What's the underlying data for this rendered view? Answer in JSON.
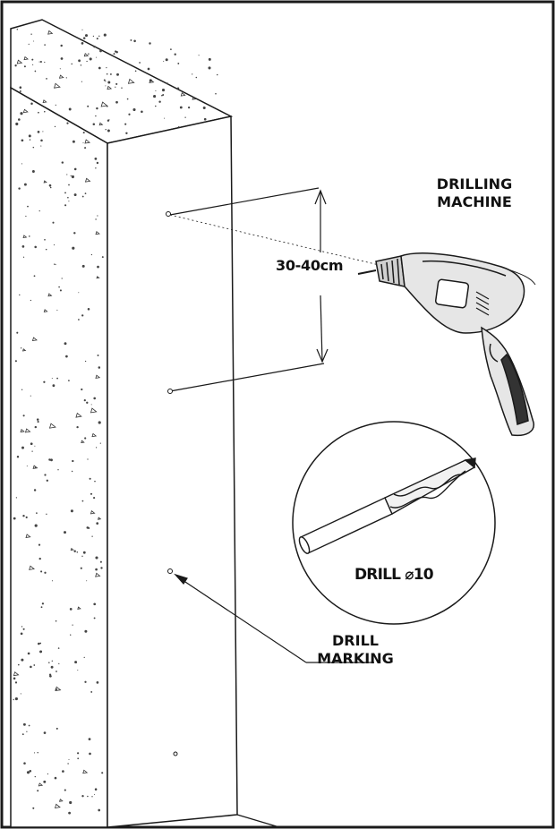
{
  "labels": {
    "drilling_machine": [
      "DRILLING",
      "MACHINE"
    ],
    "spacing": "30-40cm",
    "drill_bit": "DRILL ⌀10",
    "drill_marking": [
      "DRILL",
      "MARKING"
    ]
  },
  "colors": {
    "line": "#1a1a1a",
    "background": "#ffffff",
    "concrete_speckle": "#444444",
    "drill_body": "#e6e6e6"
  },
  "icons": {
    "drill": "power-drill-icon",
    "bit": "twist-drill-bit-icon"
  }
}
